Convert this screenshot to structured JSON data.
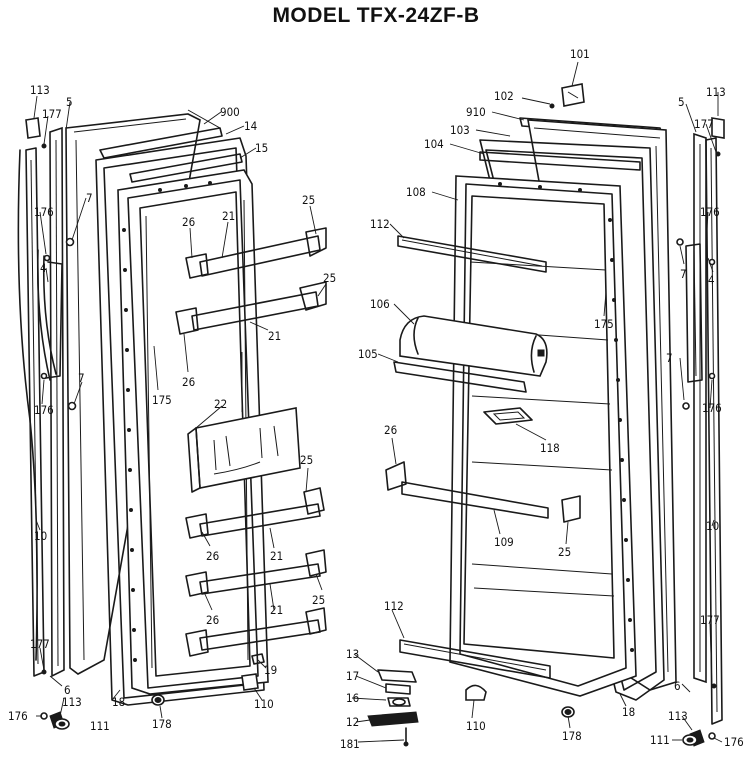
{
  "title": "MODEL TFX-24ZF-B",
  "callouts": {
    "c113L": "113",
    "c5L": "5",
    "c177L": "177",
    "c900": "900",
    "c14": "14",
    "c15": "15",
    "c7La": "7",
    "c176La": "176",
    "c4L": "4",
    "c26a": "26",
    "c21a": "21",
    "c25a": "25",
    "c25b": "25",
    "c21b": "21",
    "c26b": "26",
    "c175L": "175",
    "c7Lb": "7",
    "c176Lb": "176",
    "c22": "22",
    "c25c": "25",
    "c26c": "26",
    "c21c": "21",
    "c10L": "10",
    "c26d": "26",
    "c21d": "21",
    "c25d": "25",
    "c177Lb": "177",
    "c6L": "6",
    "c18L": "18",
    "c19": "19",
    "c113Lb": "113",
    "c176Lc": "176",
    "c111L": "111",
    "c110L": "110",
    "c178L": "178",
    "c101": "101",
    "c102": "102",
    "c910": "910",
    "c103": "103",
    "c104": "104",
    "c108": "108",
    "c113R": "113",
    "c5R": "5",
    "c177R": "177",
    "c176Ra": "176",
    "c112a": "112",
    "c7Ra": "7",
    "c4R": "4",
    "c175R": "175",
    "c106": "106",
    "c105": "105",
    "c7Rb": "7",
    "c176Rb": "176",
    "c118": "118",
    "c26e": "26",
    "c109": "109",
    "c25e": "25",
    "c10R": "10",
    "c112b": "112",
    "c13": "13",
    "c177Rb": "177",
    "c17": "17",
    "c16": "16",
    "c12": "12",
    "c181": "181",
    "c110R": "110",
    "c178R": "178",
    "c18R": "18",
    "c6R": "6",
    "c113Rb": "113",
    "c176Rc": "176",
    "c111R": "111"
  }
}
